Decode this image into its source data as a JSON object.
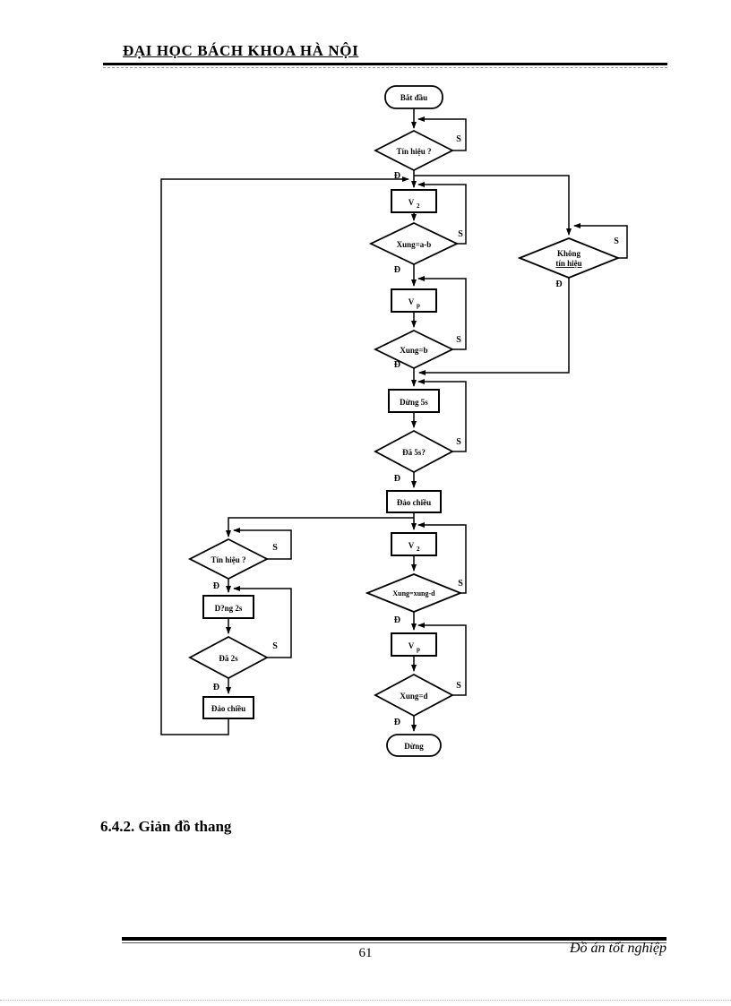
{
  "header": {
    "title": "ĐẠI HỌC BÁCH KHOA HÀ NỘI"
  },
  "flowchart": {
    "branch_yes": "Đ",
    "branch_no": "S",
    "nodes": {
      "start": "Bắt đầu",
      "signal_check_1": "Tín hiệu ?",
      "v_forward": {
        "base": "V",
        "sub": "2"
      },
      "pulse_ab": "Xung=a-b",
      "v_reverse": {
        "base": "V",
        "sub": "p"
      },
      "pulse_b": "Xung=b",
      "no_signal_line1": "Không",
      "no_signal_line2": "tín hiệu",
      "stop_5s": "Dừng 5s",
      "elapsed_5s": "Đã 5s?",
      "reverse_main": "Đảo chiều",
      "signal_check_2": "Tín hiệu ?",
      "stop_2s": "D?ng 2s",
      "elapsed_2s": "Đã 2s",
      "reverse_left": "Đảo chiều",
      "pulse_xung_d": "Xung=xung-d",
      "pulse_d": "Xung=d",
      "end": "Dừng"
    }
  },
  "section": {
    "heading": "6.4.2. Giản đồ thang"
  },
  "footer": {
    "page_number": "61",
    "right_text": "Đồ án tốt nghiệp"
  }
}
